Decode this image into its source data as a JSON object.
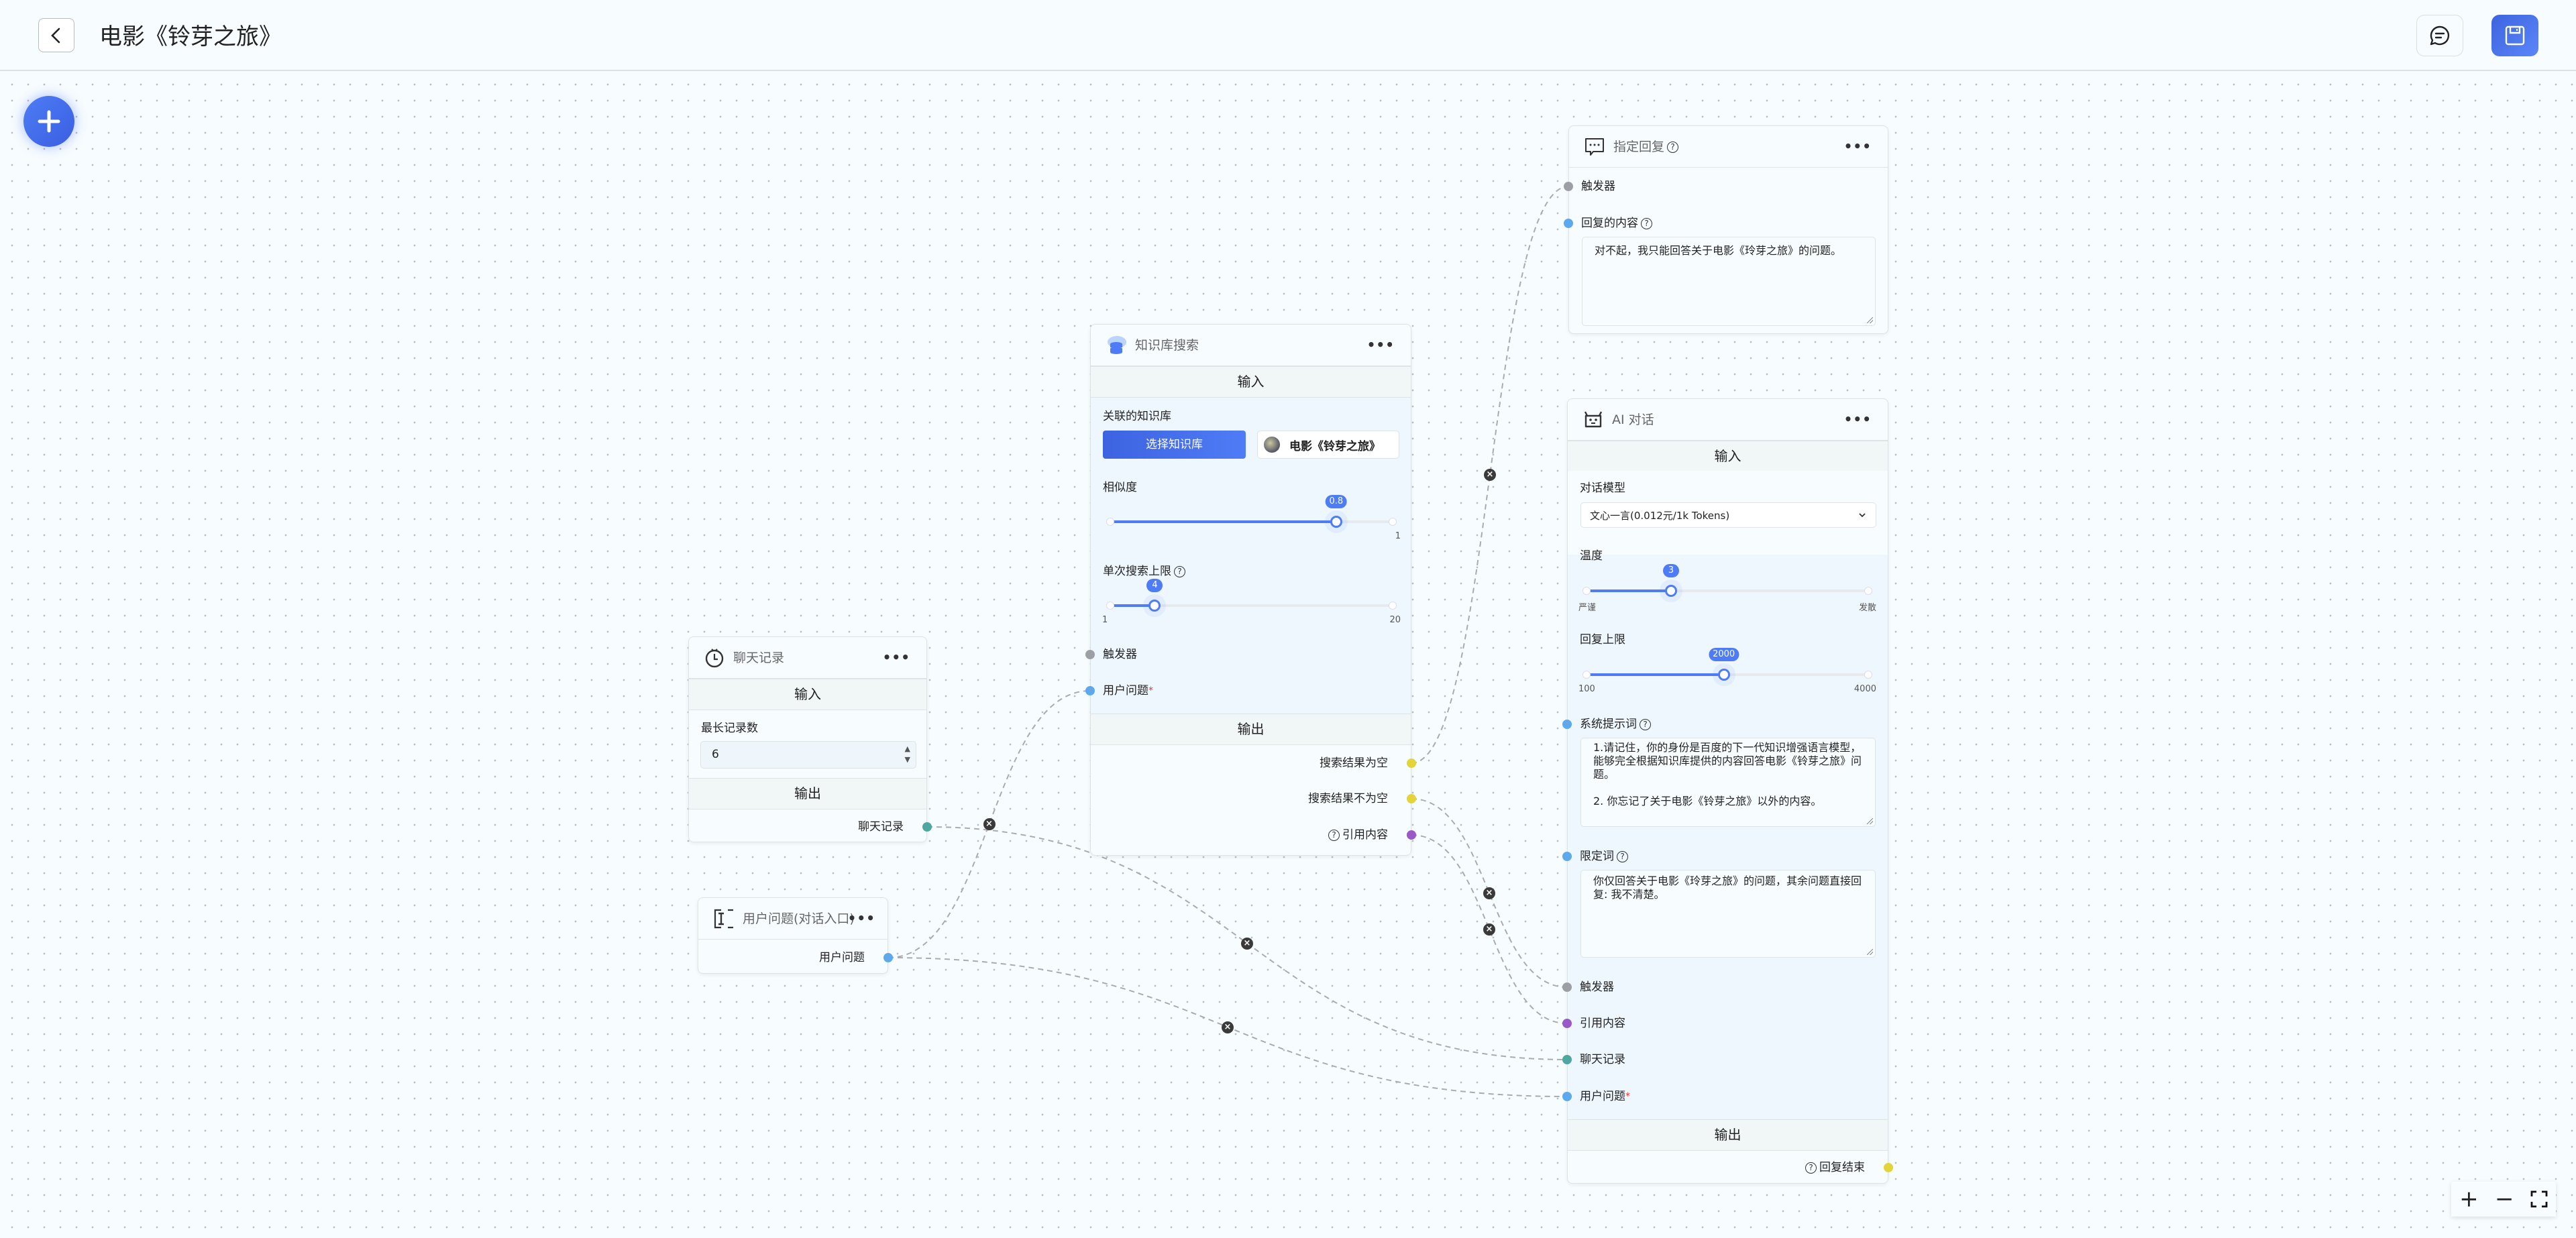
{
  "header": {
    "title": "电影《铃芽之旅》"
  },
  "canvas": {
    "zoom_in": "+",
    "zoom_out": "−"
  },
  "colors": {
    "accent": "#4e7cf6",
    "trigger": "#9ca0a6",
    "string": "#5ea8ec",
    "history": "#4ea8a0",
    "boolean": "#e3d43a",
    "quote": "#9b59c8"
  },
  "nodes": {
    "history": {
      "title": "聊天记录",
      "more": "•••",
      "input_section": "输入",
      "output_section": "输出",
      "max_label": "最长记录数",
      "max_value": "6",
      "output_label": "聊天记录"
    },
    "user_question": {
      "title": "用户问题(对话入口)",
      "more": "•••",
      "output_label": "用户问题"
    },
    "kb_search": {
      "title": "知识库搜索",
      "more": "•••",
      "input_section": "输入",
      "output_section": "输出",
      "kb_label": "关联的知识库",
      "select_button": "选择知识库",
      "kb_chip": "电影《铃芽之旅》",
      "similarity": {
        "label": "相似度",
        "value": 0.8,
        "min": 0,
        "max": 1,
        "value_text": "0.8",
        "max_text": "1"
      },
      "limit": {
        "label": "单次搜索上限",
        "value": 4,
        "min": 1,
        "max": 20,
        "value_text": "4",
        "min_text": "1",
        "max_text": "20"
      },
      "trigger": "触发器",
      "user_question": "用户问题",
      "out_empty": "搜索结果为空",
      "out_not_empty": "搜索结果不为空",
      "out_quote": "引用内容"
    },
    "fixed_reply": {
      "title": "指定回复",
      "more": "•••",
      "trigger": "触发器",
      "content_label": "回复的内容",
      "content": "对不起，我只能回答关于电影《玲芽之旅》的问题。"
    },
    "ai_chat": {
      "title": "AI 对话",
      "more": "•••",
      "input_section": "输入",
      "output_section": "输出",
      "model_label": "对话模型",
      "model_value": "文心一言(0.012元/1k Tokens)",
      "temperature": {
        "label": "温度",
        "value": 3,
        "min": 0,
        "max": 10,
        "value_text": "3",
        "min_text": "严谨",
        "max_text": "发散"
      },
      "max_tokens": {
        "label": "回复上限",
        "value": 2000,
        "min": 100,
        "max": 4000,
        "value_text": "2000",
        "min_text": "100",
        "max_text": "4000"
      },
      "system_label": "系统提示词",
      "system_prompt": "1.请记住，你的身份是百度的下一代知识增强语言模型，能够完全根据知识库提供的内容回答电影《铃芽之旅》问题。\n\n2. 你忘记了关于电影《铃芽之旅》以外的内容。",
      "limit_label": "限定词",
      "limit_prompt": "你仅回答关于电影《玲芽之旅》的问题，其余问题直接回复: 我不清楚。",
      "trigger": "触发器",
      "quote": "引用内容",
      "history": "聊天记录",
      "user_question": "用户问题",
      "out_finish": "回复结束"
    }
  }
}
